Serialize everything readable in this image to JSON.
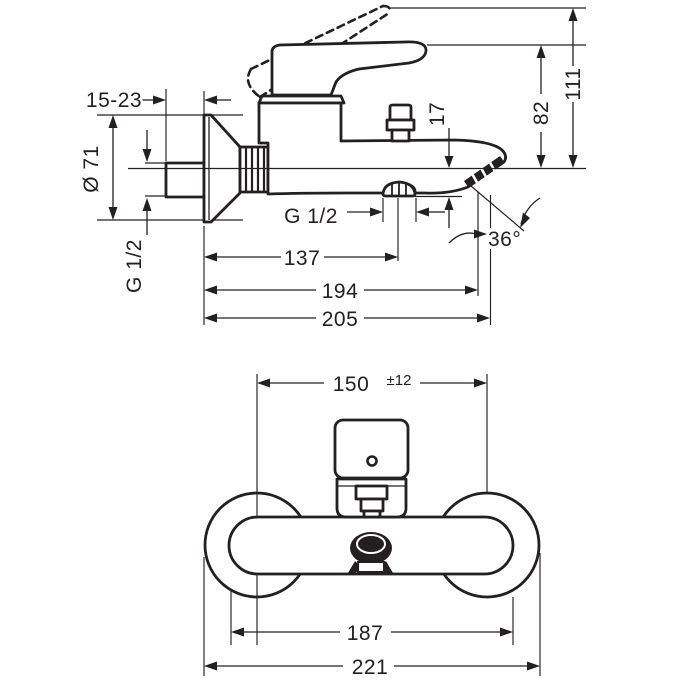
{
  "meta": {
    "description": "Dimensional technical drawing of a wall-mounted single-lever bath and shower mixer shown in two views: side elevation (top) and front elevation (bottom). Dimensions in mm."
  },
  "dims": {
    "wall_offset": "15-23",
    "escutcheon_diameter": "Ø 71",
    "wall_thread": "G 1/2",
    "hose_thread": "G 1/2",
    "spout_drop": "17",
    "height_spout_top": "82",
    "height_overall": "111",
    "reach_hose_outlet": "137",
    "reach_aerator": "194",
    "reach_overall": "205",
    "hole_distance": "150",
    "hole_tolerance": "±12",
    "spray_angle": "36°",
    "body_width": "187",
    "overall_width": "221"
  },
  "style": {
    "ink": "#242021",
    "background": "#ffffff"
  }
}
